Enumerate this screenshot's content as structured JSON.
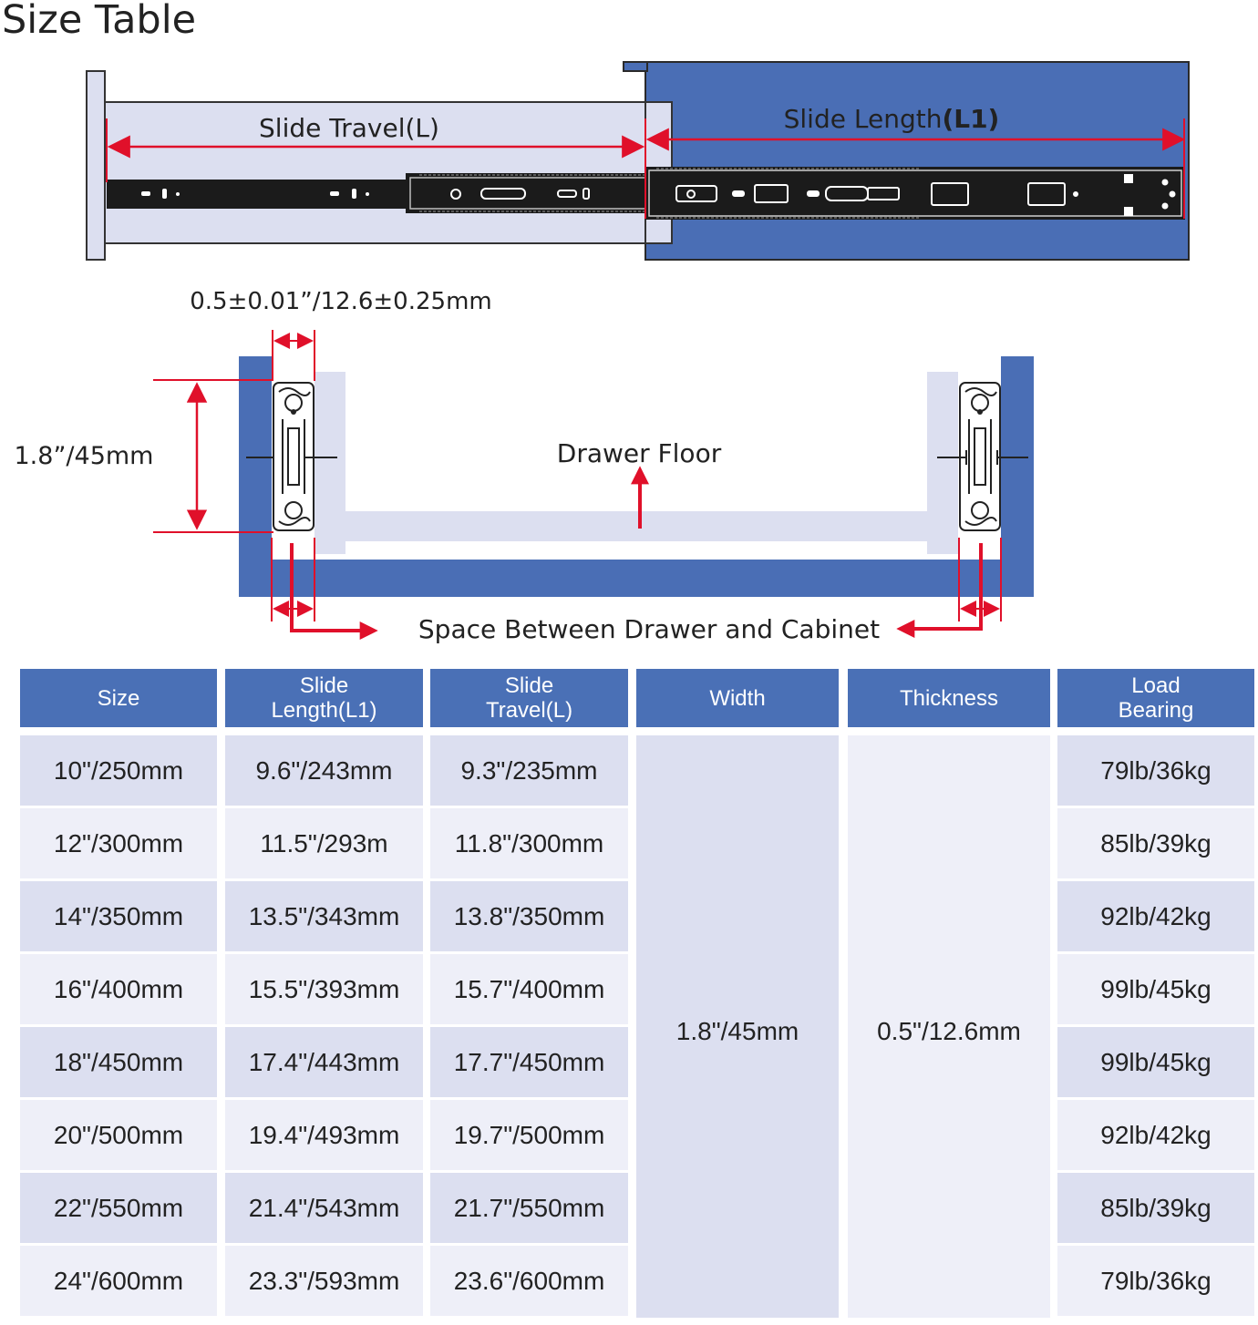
{
  "title": "Size Table",
  "diagram": {
    "top_view": {
      "slide_travel_label": "Slide Travel(L)",
      "slide_length_label_prefix": "Slide Length",
      "slide_length_label_suffix": "(L1)"
    },
    "cross_section": {
      "thickness_label": "0.5±0.01”/12.6±0.25mm",
      "height_label": "1.8”/45mm",
      "drawer_floor_label": "Drawer Floor",
      "gap_label": "Space Between Drawer and Cabinet"
    },
    "colors": {
      "cabinet_blue": "#4a6eb5",
      "drawer_lavender": "#dcdff0",
      "dimension_red": "#e0102a",
      "rail_black": "#1b1b1b",
      "table_header_blue": "#4a70b6",
      "row_shade": "#dcdff0",
      "row_light": "#eeeff8"
    }
  },
  "table": {
    "headers": [
      "Size",
      "Slide\nLength(L1)",
      "Slide\nTravel(L)",
      "Width",
      "Thickness",
      "Load\nBearing"
    ],
    "rows": [
      {
        "size": "10\"/250mm",
        "length": "9.6\"/243mm",
        "travel": "9.3\"/235mm",
        "load": "79lb/36kg"
      },
      {
        "size": "12\"/300mm",
        "length": "11.5\"/293m",
        "travel": "11.8\"/300mm",
        "load": "85lb/39kg"
      },
      {
        "size": "14\"/350mm",
        "length": "13.5\"/343mm",
        "travel": "13.8\"/350mm",
        "load": "92lb/42kg"
      },
      {
        "size": "16\"/400mm",
        "length": "15.5\"/393mm",
        "travel": "15.7\"/400mm",
        "load": "99lb/45kg"
      },
      {
        "size": "18\"/450mm",
        "length": "17.4\"/443mm",
        "travel": "17.7\"/450mm",
        "load": "99lb/45kg"
      },
      {
        "size": "20\"/500mm",
        "length": "19.4\"/493mm",
        "travel": "19.7\"/500mm",
        "load": "92lb/42kg"
      },
      {
        "size": "22\"/550mm",
        "length": "21.4\"/543mm",
        "travel": "21.7\"/550mm",
        "load": "85lb/39kg"
      },
      {
        "size": "24\"/600mm",
        "length": "23.3\"/593mm",
        "travel": "23.6\"/600mm",
        "load": "79lb/36kg"
      }
    ],
    "width_value": "1.8\"/45mm",
    "thickness_value": "0.5\"/12.6mm"
  }
}
